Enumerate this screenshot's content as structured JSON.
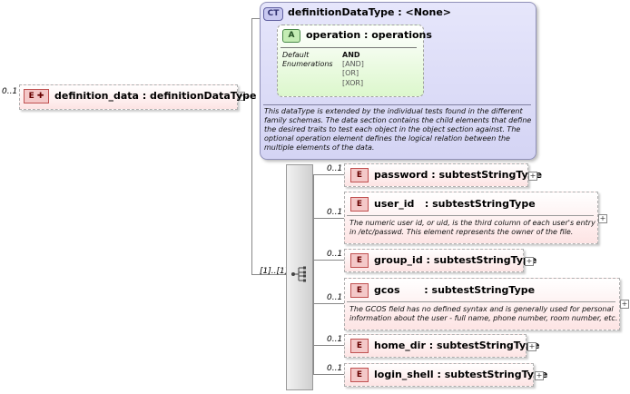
{
  "root": {
    "occurrence": "0..1",
    "badge": "E",
    "name": "definition_data : definitionDataType"
  },
  "complex_type": {
    "badge": "CT",
    "title": "definitionDataType : <None>",
    "attribute": {
      "badge": "A",
      "name": "operation : operations",
      "default_label": "Default",
      "enum_label": "Enumerations",
      "default_value": "AND",
      "enumerations": [
        "[AND]",
        "[OR]",
        "[XOR]"
      ]
    },
    "description_lines": [
      "This dataType is extended by the individual tests found in the different",
      "family schemas.  The data section contains the child elements that define",
      "the desired traits to test each object in the object section against.  The",
      "optional operation element defines the logical relation between the",
      "multiple elements of the data."
    ]
  },
  "sequence": {
    "occurrence": "[1]..[1]"
  },
  "children": [
    {
      "occurrence": "0..1",
      "badge": "E",
      "name": "password : subtestStringType",
      "desc": []
    },
    {
      "occurrence": "0..1",
      "badge": "E",
      "name": "user_id   : subtestStringType",
      "desc": [
        "The numeric user id, or uid, is the third column of each user's entry",
        "in /etc/passwd.  This element represents the owner of the file."
      ]
    },
    {
      "occurrence": "0..1",
      "badge": "E",
      "name": "group_id : subtestStringType",
      "desc": []
    },
    {
      "occurrence": "0..1",
      "badge": "E",
      "name": "gcos       : subtestStringType",
      "desc": [
        "The GCOS field has no defined syntax and is generally used for personal",
        "information about the user - full name, phone number, room number, etc."
      ]
    },
    {
      "occurrence": "0..1",
      "badge": "E",
      "name": "home_dir : subtestStringType",
      "desc": []
    },
    {
      "occurrence": "0..1",
      "badge": "E",
      "name": "login_shell : subtestStringType",
      "desc": []
    }
  ],
  "colors": {
    "element_fill": "#fde4e4",
    "complex_type_fill": "#dcdcf8",
    "attribute_fill": "#e2f8d6"
  },
  "icons": [
    "expand-plus-icon",
    "sequence-icon",
    "element-children-icon"
  ]
}
